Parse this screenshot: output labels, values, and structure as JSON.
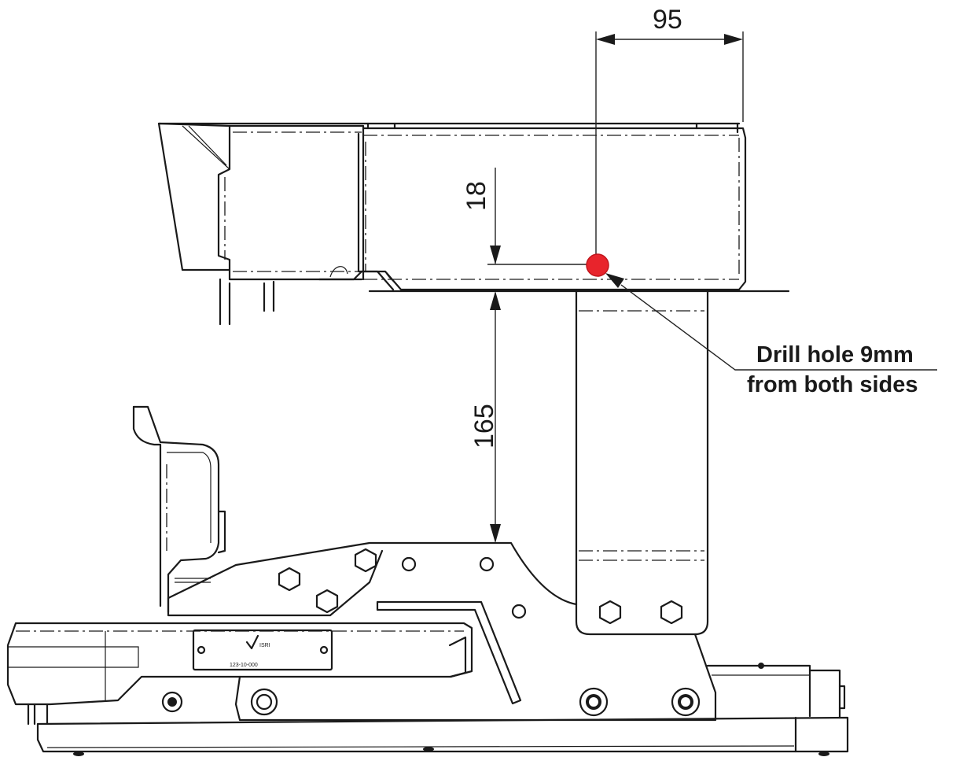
{
  "dimensions": {
    "width_95": "95",
    "depth_18": "18",
    "height_165": "165"
  },
  "annotation": {
    "line1": "Drill hole 9mm",
    "line2": "from both sides"
  },
  "nameplate": {
    "code": "123-10-000"
  },
  "colors": {
    "drill_hole": "#e8242c",
    "line": "#1a1a1a"
  }
}
